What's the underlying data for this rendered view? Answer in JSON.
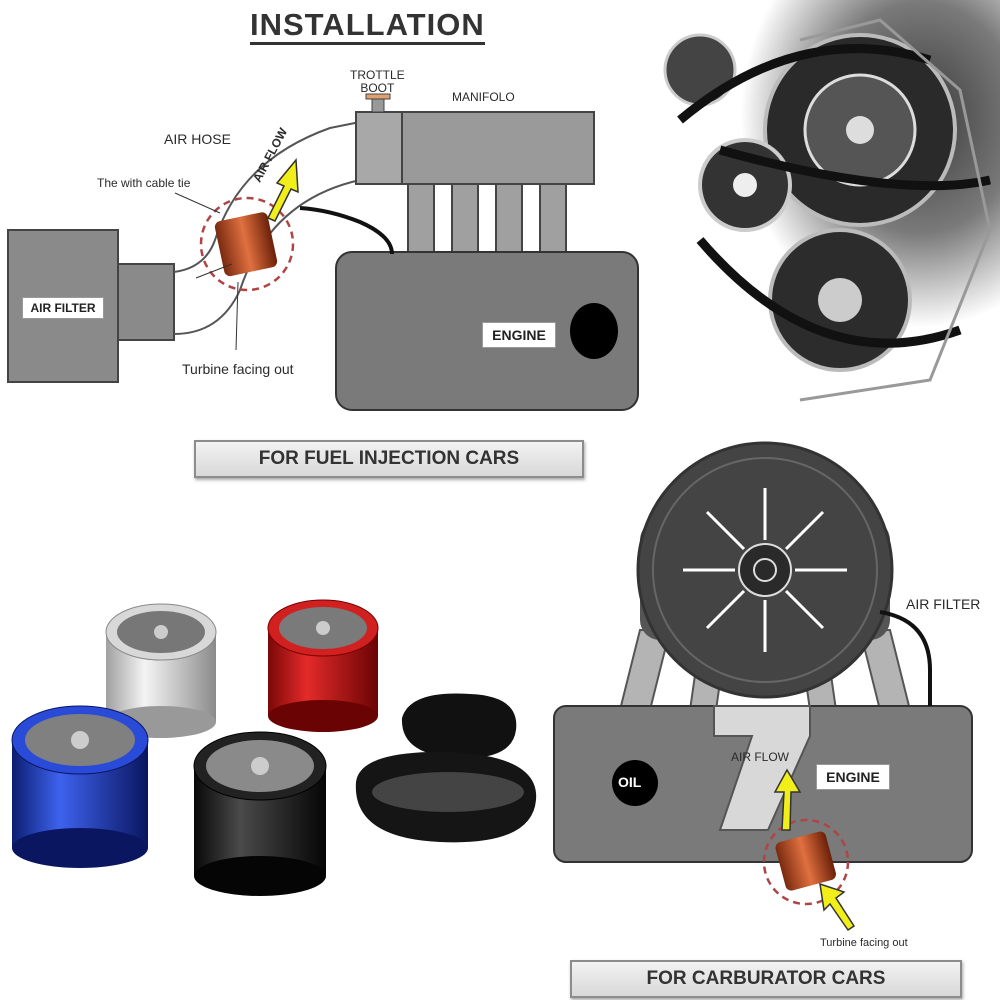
{
  "title": "INSTALLATION",
  "top_diagram": {
    "labels": {
      "trottle_boot": "TROTTLE\nBOOT",
      "manifold": "MANIFOLO",
      "air_hose": "AIR HOSE",
      "air_flow": "AIR FLOW",
      "cable_tie": "The with cable tie",
      "air_filter": "AIR FILTER",
      "turbine": "Turbine facing out",
      "engine": "ENGINE"
    },
    "banner": "FOR FUEL INJECTION CARS"
  },
  "bottom_diagram": {
    "labels": {
      "air_filter": "AIR FILTER",
      "oil": "OIL",
      "air_flow": "AIR FLOW",
      "engine": "ENGINE",
      "turbine": "Turbine facing out"
    },
    "banner": "FOR CARBURATOR CARS"
  },
  "products": [
    {
      "name": "silver",
      "color": "#c9c9c9"
    },
    {
      "name": "red",
      "color": "#c81818"
    },
    {
      "name": "blue",
      "color": "#1e3ec8"
    },
    {
      "name": "black",
      "color": "#1c1c1c"
    }
  ],
  "colors": {
    "engine": "#777777",
    "arrow": "#f2ee1a",
    "turbine_copper": "#c8582a",
    "circle": "#b04444"
  },
  "icons": [
    "engine-photo",
    "turbine-icon",
    "air-filter-icon",
    "flow-arrow-icon"
  ]
}
